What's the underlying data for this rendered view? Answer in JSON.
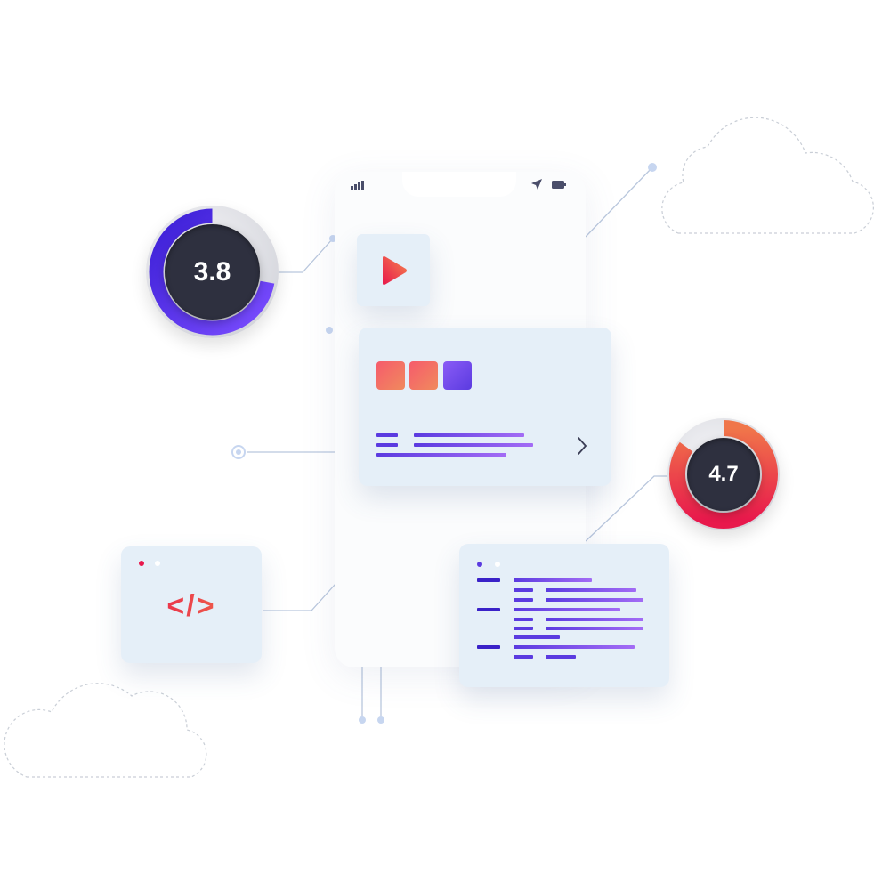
{
  "ratings": {
    "left": {
      "value": "3.8",
      "progress": 0.72,
      "color_start": "#7b4dff",
      "color_end": "#3b1fd6"
    },
    "right": {
      "value": "4.7",
      "progress": 0.85,
      "color_start": "#e8184c",
      "color_end": "#f0764a"
    }
  },
  "code_card": {
    "symbol": "</>",
    "accent": "#e8184c"
  },
  "icons": {
    "signal": "signal-bars-icon",
    "location": "navigation-arrow-icon",
    "battery": "battery-icon",
    "play": "play-icon",
    "chevron": "chevron-right-icon"
  },
  "colors": {
    "card_bg": "#e5eff8",
    "bar_gradient_start": "#5b3be0",
    "bar_gradient_end": "#a36cf5",
    "tile_warm_start": "#f65b6c",
    "tile_warm_end": "#f08a5d",
    "tile_cool_start": "#8a5cf6",
    "tile_cool_end": "#5b3be0",
    "connector": "#b9c7dd",
    "cloud_outline": "#c9ced6"
  }
}
